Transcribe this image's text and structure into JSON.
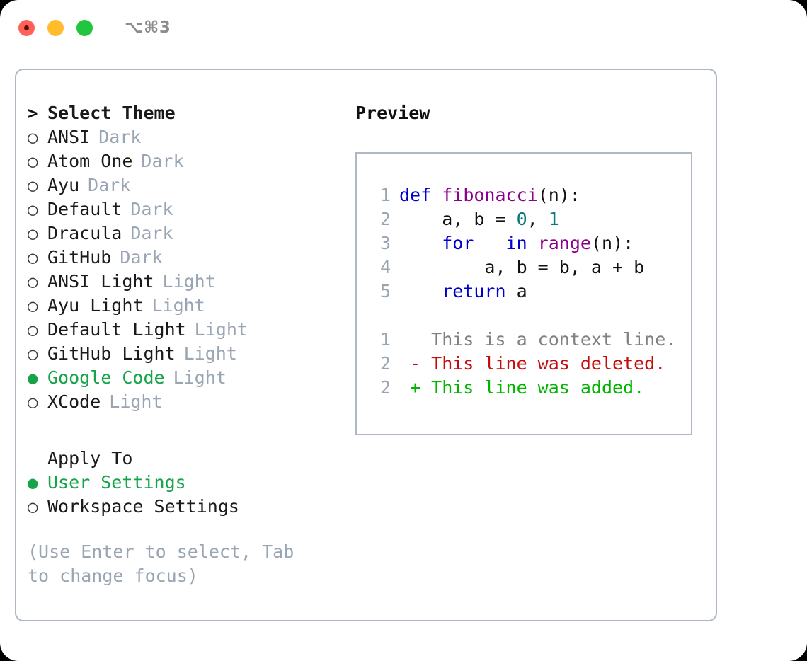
{
  "titlebar": {
    "shortcut": "⌥⌘3",
    "lights": [
      "close-red",
      "minimize-yellow",
      "maximize-green"
    ]
  },
  "left": {
    "header": {
      "marker": ">",
      "label": "Select Theme"
    },
    "themes": [
      {
        "marker": "○",
        "name": "ANSI",
        "variant": "Dark",
        "selected": false
      },
      {
        "marker": "○",
        "name": "Atom One",
        "variant": "Dark",
        "selected": false
      },
      {
        "marker": "○",
        "name": "Ayu",
        "variant": "Dark",
        "selected": false
      },
      {
        "marker": "○",
        "name": "Default",
        "variant": "Dark",
        "selected": false
      },
      {
        "marker": "○",
        "name": "Dracula",
        "variant": "Dark",
        "selected": false
      },
      {
        "marker": "○",
        "name": "GitHub",
        "variant": "Dark",
        "selected": false
      },
      {
        "marker": "○",
        "name": "ANSI Light",
        "variant": "Light",
        "selected": false
      },
      {
        "marker": "○",
        "name": "Ayu Light",
        "variant": "Light",
        "selected": false
      },
      {
        "marker": "○",
        "name": "Default Light",
        "variant": "Light",
        "selected": false
      },
      {
        "marker": "○",
        "name": "GitHub Light",
        "variant": "Light",
        "selected": false
      },
      {
        "marker": "●",
        "name": "Google Code",
        "variant": "Light",
        "selected": true
      },
      {
        "marker": "○",
        "name": "XCode",
        "variant": "Light",
        "selected": false
      }
    ],
    "apply_to": {
      "header": "Apply To",
      "options": [
        {
          "marker": "●",
          "label": "User Settings",
          "selected": true
        },
        {
          "marker": "○",
          "label": "Workspace Settings",
          "selected": false
        }
      ]
    },
    "hint": "(Use Enter to select, Tab to change focus)"
  },
  "right": {
    "title": "Preview",
    "code": [
      {
        "num": "1",
        "tokens": [
          {
            "t": "def ",
            "c": "kw"
          },
          {
            "t": "fibonacci",
            "c": "fn"
          },
          {
            "t": "(n):",
            "c": "plain"
          }
        ]
      },
      {
        "num": "2",
        "tokens": [
          {
            "t": "    a, b = ",
            "c": "plain"
          },
          {
            "t": "0",
            "c": "num"
          },
          {
            "t": ", ",
            "c": "plain"
          },
          {
            "t": "1",
            "c": "num"
          }
        ]
      },
      {
        "num": "3",
        "tokens": [
          {
            "t": "    ",
            "c": "plain"
          },
          {
            "t": "for",
            "c": "kw"
          },
          {
            "t": " _ ",
            "c": "plain"
          },
          {
            "t": "in",
            "c": "kw"
          },
          {
            "t": " ",
            "c": "plain"
          },
          {
            "t": "range",
            "c": "fn"
          },
          {
            "t": "(n):",
            "c": "plain"
          }
        ]
      },
      {
        "num": "4",
        "tokens": [
          {
            "t": "        a, b = b, a + b",
            "c": "plain"
          }
        ]
      },
      {
        "num": "5",
        "tokens": [
          {
            "t": "    ",
            "c": "plain"
          },
          {
            "t": "return",
            "c": "kw"
          },
          {
            "t": " a",
            "c": "plain"
          }
        ]
      }
    ],
    "diff": [
      {
        "num": "1",
        "sign": " ",
        "text": "This is a context line.",
        "kind": "diff-ctx"
      },
      {
        "num": "2",
        "sign": "-",
        "text": "This line was deleted.",
        "kind": "diff-del"
      },
      {
        "num": "2",
        "sign": "+",
        "text": "This line was added.",
        "kind": "diff-add"
      }
    ]
  },
  "colors": {
    "accent_green": "#16a34a",
    "muted": "#9aa5b4",
    "border": "#aeb7c4",
    "keyword": "#0000cd",
    "function": "#8b008b",
    "number": "#0a7878",
    "diff_deleted": "#c40c0c",
    "diff_added": "#00b400",
    "diff_context": "#808080"
  }
}
